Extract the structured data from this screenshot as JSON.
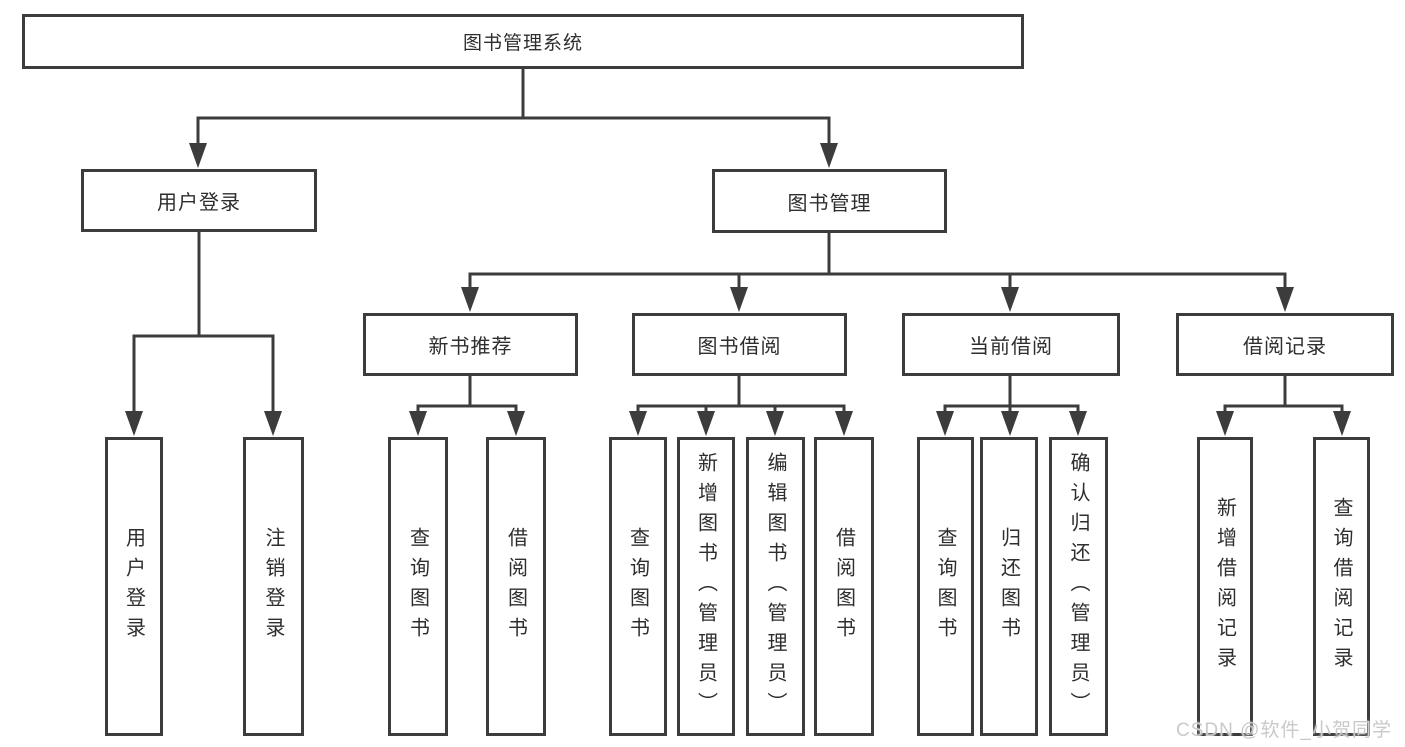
{
  "diagram_title": "图书管理系统",
  "nodes": {
    "root": {
      "label": "图书管理系统"
    },
    "user_login": {
      "label": "用户登录"
    },
    "book_management": {
      "label": "图书管理"
    },
    "new_book_recommend": {
      "label": "新书推荐"
    },
    "book_borrow": {
      "label": "图书借阅"
    },
    "current_borrow": {
      "label": "当前借阅"
    },
    "borrow_record": {
      "label": "借阅记录"
    },
    "leaf_user_login": {
      "label": "用户登录"
    },
    "leaf_logout": {
      "label": "注销登录"
    },
    "leaf_nb_query_book": {
      "label": "查询图书"
    },
    "leaf_nb_borrow_book": {
      "label": "借阅图书"
    },
    "leaf_bb_query_book": {
      "label": "查询图书"
    },
    "leaf_bb_add_book": {
      "label": "新增图书（管理员）"
    },
    "leaf_bb_edit_book": {
      "label": "编辑图书（管理员）"
    },
    "leaf_bb_borrow_book": {
      "label": "借阅图书"
    },
    "leaf_cb_query_book": {
      "label": "查询图书"
    },
    "leaf_cb_return_book": {
      "label": "归还图书"
    },
    "leaf_cb_confirm_return": {
      "label": "确认归还（管理员）"
    },
    "leaf_br_add_record": {
      "label": "新增借阅记录"
    },
    "leaf_br_query_record": {
      "label": "查询借阅记录"
    }
  },
  "hierarchy": {
    "图书管理系统": {
      "用户登录": [
        "用户登录",
        "注销登录"
      ],
      "图书管理": {
        "新书推荐": [
          "查询图书",
          "借阅图书"
        ],
        "图书借阅": [
          "查询图书",
          "新增图书（管理员）",
          "编辑图书（管理员）",
          "借阅图书"
        ],
        "当前借阅": [
          "查询图书",
          "归还图书",
          "确认归还（管理员）"
        ],
        "借阅记录": [
          "新增借阅记录",
          "查询借阅记录"
        ]
      }
    }
  },
  "watermark": "CSDN @软件_小贺同学",
  "colors": {
    "line": "#3c3c3c",
    "box_border": "#3c3c3c",
    "box_background": "#ffffff",
    "text": "#2e2e2e",
    "watermark": "#c9c9c9",
    "page_background": "#ffffff"
  }
}
